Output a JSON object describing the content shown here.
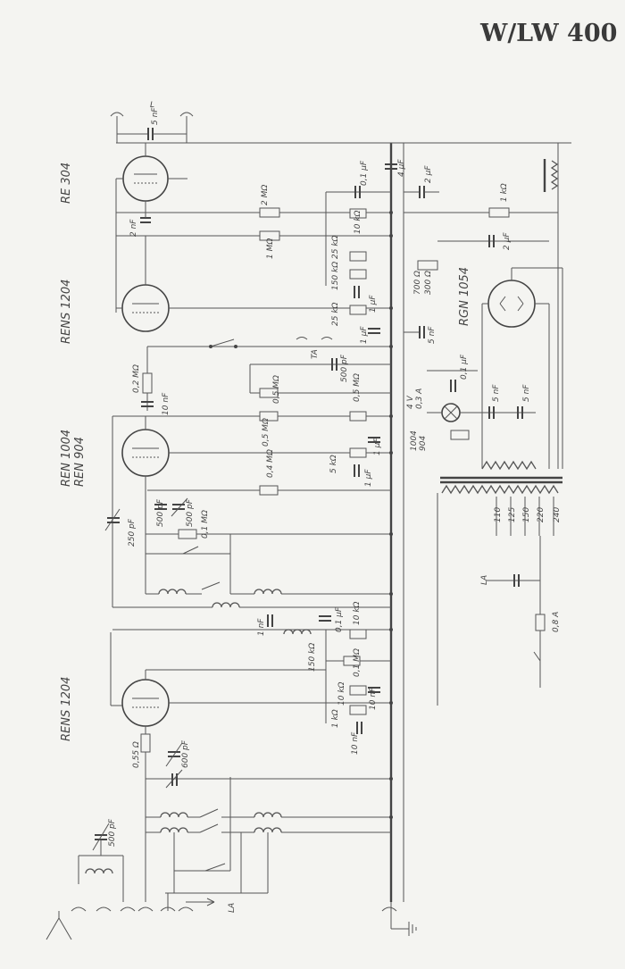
{
  "title": "W/LW 400",
  "tubes": [
    {
      "id": "re304",
      "label": "RE 304"
    },
    {
      "id": "rens1204a",
      "label": "RENS 1204"
    },
    {
      "id": "ren1004",
      "label": "REN 1004"
    },
    {
      "id": "ren904",
      "label": "REN 904"
    },
    {
      "id": "rens1204b",
      "label": "RENS 1204"
    },
    {
      "id": "rgn1054",
      "label": "RGN 1054"
    }
  ],
  "components": {
    "c_5nf_top": "5 nF",
    "r_2mohm": "2 MΩ",
    "c_01uf_a": "0,1 μF",
    "c_4uf": "4 μF",
    "r_1mohm_a": "1 MΩ",
    "c_2nf": "2 nF",
    "r_10kohm_a": "10 kΩ",
    "c_2uf_a": "2 μF",
    "r_1kohm_top": "1 kΩ",
    "r_25kohm_a": "25 kΩ",
    "r_150kohm_a": "150 kΩ",
    "c_2uf_b": "2 μF",
    "r_700ohm": "700 Ω",
    "r_300ohm": "300 Ω",
    "r_25kohm_b": "25 kΩ",
    "c_1uf_a": "1 μF",
    "c_1uf_b": "1 μF",
    "c_5nf_mid": "5 nF",
    "ta": "TA",
    "r_02mohm": "0,2 MΩ",
    "c_500pf_a": "500 pF",
    "c_10nf": "10 nF",
    "r_05mohm_a": "0,5 MΩ",
    "r_05mohm_b": "0,5 MΩ",
    "r_05mohm_c": "0,5 MΩ",
    "c_01uf_b": "0,1 μF",
    "lamp_v": "4 V",
    "lamp_a": "0,3 A",
    "c_5nf_a": "5 nF",
    "c_5nf_b": "5 nF",
    "r_1004": "1004",
    "r_904": "904",
    "r_5kohm": "5 kΩ",
    "c_1uf_c": "1 μF",
    "c_1uf_d": "1 μF",
    "r_04mohm": "0,4 MΩ",
    "c_500pf_b": "500 pF",
    "c_500pf_c": "500 pF",
    "r_01mohm_a": "0,1 MΩ",
    "c_250pf": "250 pF",
    "c_1nf": "1 nF",
    "r_150kohm_b": "150 kΩ",
    "c_01uf_c": "0,1 μF",
    "r_10kohm_b": "10 kΩ",
    "r_01mohm_b": "0,1 MΩ",
    "r_10kohm_c": "10 kΩ",
    "c_10nf_b": "10 nF",
    "r_1kohm": "1 kΩ",
    "c_10nf_c": "10 nF",
    "r_055ohm": "0,55 Ω",
    "c_600pf": "600 pF",
    "c_500pf_ant": "500 pF",
    "la_mid": "LA",
    "la_bottom": "LA",
    "fuse": "0,8 A",
    "speaker": "L"
  },
  "mains_taps": [
    "110",
    "125",
    "150",
    "220",
    "240"
  ]
}
